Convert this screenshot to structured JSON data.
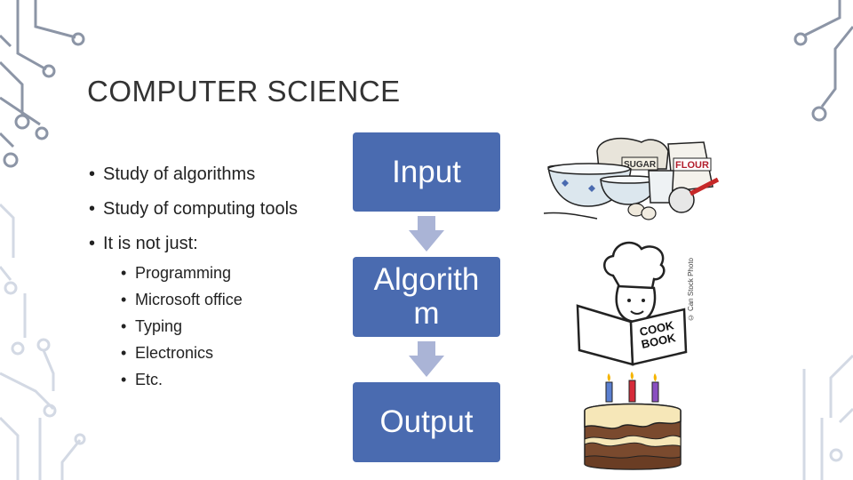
{
  "slide": {
    "title": "COMPUTER SCIENCE",
    "bullets": [
      "Study of algorithms",
      "Study of computing tools",
      "It is not just:"
    ],
    "sub_bullets": [
      "Programming",
      "Microsoft office",
      "Typing",
      "Electronics",
      "Etc."
    ]
  },
  "flow": {
    "steps": [
      "Input",
      "Algorith",
      "m",
      "Output"
    ],
    "box_color": "#4a6bb0",
    "arrow_color": "#aab4d6"
  },
  "images": {
    "ingredient_labels": [
      "SUGAR",
      "FLOUR"
    ],
    "cookbook_lines": [
      "COOK",
      "BOOK"
    ],
    "credit": "© Can Stock Photo"
  },
  "theme": {
    "circuit_color": "#8c95a6",
    "circuit_light": "#d3d9e4"
  }
}
